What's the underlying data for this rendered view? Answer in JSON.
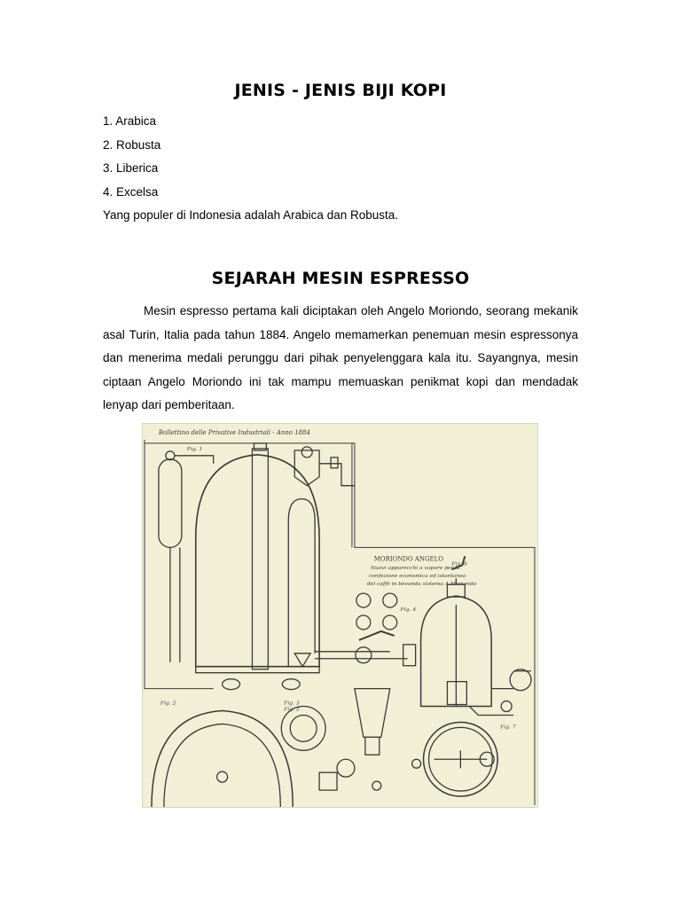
{
  "heading1": "JENIS - JENIS BIJI KOPI",
  "coffee_types": [
    "1. Arabica",
    "2. Robusta",
    "3. Liberica",
    "4. Excelsa"
  ],
  "note": "Yang populer di Indonesia adalah Arabica dan Robusta.",
  "heading2": "SEJARAH MESIN ESPRESSO",
  "paragraph": "Mesin espresso pertama kali diciptakan oleh Angelo Moriondo, seorang mekanik asal Turin, Italia pada tahun 1884. Angelo memamerkan penemuan mesin espressonya dan menerima medali perunggu dari pihak penyelenggara kala itu. Sayangnya, mesin ciptaan Angelo Moriondo ini tak mampu memuaskan penikmat kopi dan mendadak lenyap dari pemberitaan.",
  "figure": {
    "header_text": "Bollettino delle Privative Industriali - Anno 1884",
    "label_title": "MORIONDO ANGELO",
    "label_lines": [
      "Nuovi apparecchi a vapore per la",
      "confezione economica ed istantanea",
      "del caffè in bevanda sistema A.Moriondo"
    ],
    "fig_labels": [
      "Fig. 1",
      "Fig. 2",
      "Fig. 3",
      "Fig. 4",
      "Fig. 5",
      "Fig. 6",
      "Fig. 7"
    ],
    "colors": {
      "paper": "#f1efd6",
      "ink": "#3a3a34"
    }
  }
}
